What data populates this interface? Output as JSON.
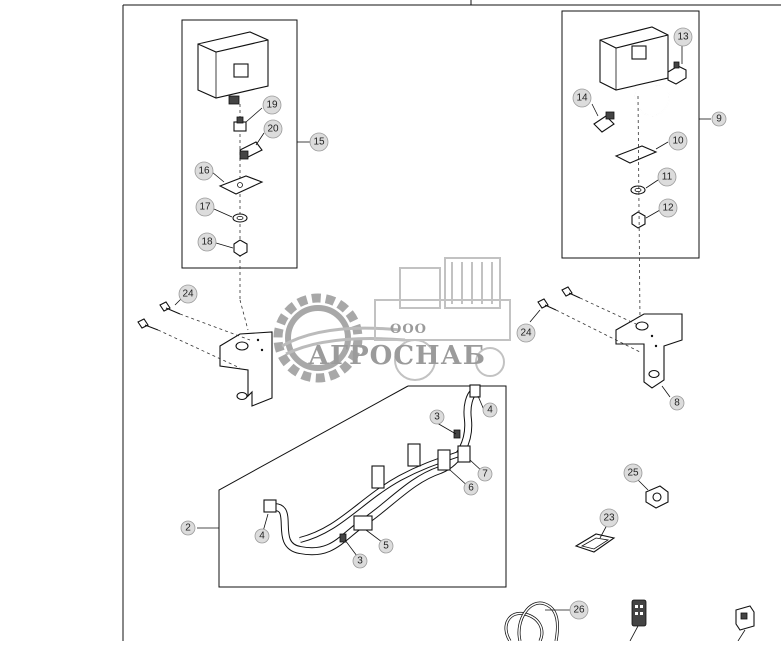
{
  "diagram": {
    "callouts": [
      {
        "id": "c2",
        "label": "2"
      },
      {
        "id": "c3a",
        "label": "3"
      },
      {
        "id": "c3b",
        "label": "3"
      },
      {
        "id": "c4a",
        "label": "4"
      },
      {
        "id": "c4b",
        "label": "4"
      },
      {
        "id": "c5",
        "label": "5"
      },
      {
        "id": "c6",
        "label": "6"
      },
      {
        "id": "c7",
        "label": "7"
      },
      {
        "id": "c8",
        "label": "8"
      },
      {
        "id": "c9",
        "label": "9"
      },
      {
        "id": "c10",
        "label": "10"
      },
      {
        "id": "c11",
        "label": "11"
      },
      {
        "id": "c12",
        "label": "12"
      },
      {
        "id": "c13",
        "label": "13"
      },
      {
        "id": "c14",
        "label": "14"
      },
      {
        "id": "c15",
        "label": "15"
      },
      {
        "id": "c16",
        "label": "16"
      },
      {
        "id": "c17",
        "label": "17"
      },
      {
        "id": "c18",
        "label": "18"
      },
      {
        "id": "c19",
        "label": "19"
      },
      {
        "id": "c20",
        "label": "20"
      },
      {
        "id": "c23",
        "label": "23"
      },
      {
        "id": "c24a",
        "label": "24"
      },
      {
        "id": "c24b",
        "label": "24"
      },
      {
        "id": "c25",
        "label": "25"
      },
      {
        "id": "c26",
        "label": "26"
      }
    ]
  },
  "watermark": {
    "prefix": "ООО",
    "name": "АГРОСНАБ"
  }
}
